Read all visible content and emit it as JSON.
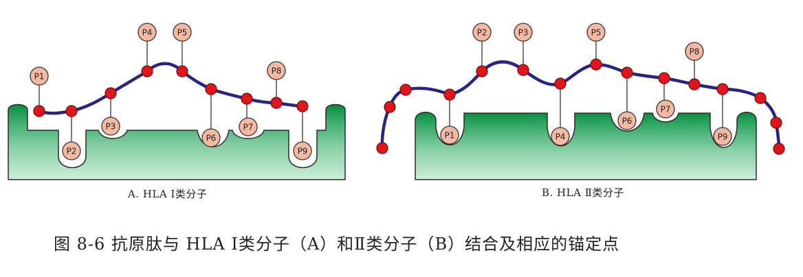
{
  "panel_a": {
    "label": "A. HLA Ⅰ类分子",
    "pockets": [
      {
        "id": "p1",
        "label": "P1"
      },
      {
        "id": "p2",
        "label": "P2"
      },
      {
        "id": "p3",
        "label": "P3"
      },
      {
        "id": "p4",
        "label": "P4"
      },
      {
        "id": "p5",
        "label": "P5"
      },
      {
        "id": "p6",
        "label": "P6"
      },
      {
        "id": "p7",
        "label": "P7"
      },
      {
        "id": "p8",
        "label": "P8"
      },
      {
        "id": "p9",
        "label": "P9"
      }
    ]
  },
  "panel_b": {
    "label": "B. HLA Ⅱ类分子",
    "pockets": [
      {
        "id": "p1",
        "label": "P1"
      },
      {
        "id": "p2",
        "label": "P2"
      },
      {
        "id": "p3",
        "label": "P3"
      },
      {
        "id": "p4",
        "label": "P4"
      },
      {
        "id": "p5",
        "label": "P5"
      },
      {
        "id": "p6",
        "label": "P6"
      },
      {
        "id": "p7",
        "label": "P7"
      },
      {
        "id": "p8",
        "label": "P8"
      },
      {
        "id": "p9",
        "label": "P9"
      }
    ]
  },
  "caption": "图 8-6   抗原肽与 HLA Ⅰ类分子（A）和Ⅱ类分子（B）结合及相应的锚定点",
  "colors": {
    "groove_dark": "#0a8a3e",
    "groove_light": "#b3e2c4",
    "peptide_line": "#2a2380",
    "residue_fill": "#e0161c",
    "pocket_label_fill": "#f3b9a3",
    "pocket_fill": "#ffffff"
  }
}
